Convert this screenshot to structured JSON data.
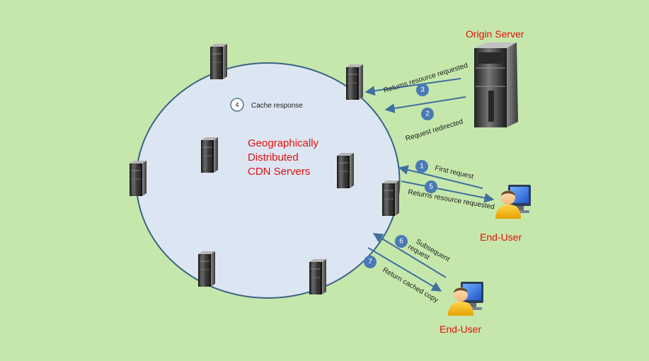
{
  "cdn": {
    "title_lines": [
      "Geographically",
      "Distributed",
      "CDN Servers"
    ],
    "cache_step": "4",
    "cache_label": "Cache response"
  },
  "origin": {
    "label": "Origin Server"
  },
  "users": [
    {
      "label": "End-User"
    },
    {
      "label": "End-User"
    }
  ],
  "steps": [
    {
      "num": "1",
      "label": "First request"
    },
    {
      "num": "2",
      "label": "Request  redirected"
    },
    {
      "num": "3",
      "label": "Returns resource requested"
    },
    {
      "num": "5",
      "label": "Returns resource requested"
    },
    {
      "num": "6",
      "label_line1": "Subsequent",
      "label_line2": "request"
    },
    {
      "num": "7",
      "label": "Return cached copy"
    }
  ],
  "colors": {
    "background": "#c6e7ab",
    "cloud_fill": "#dce6f2",
    "cloud_stroke": "#3a6186",
    "arrow": "#3f6fa0",
    "badge": "#4a7ab5",
    "title_red": "#e0100e"
  },
  "icons": [
    "server-rack-icon",
    "origin-server-icon",
    "end-user-icon"
  ]
}
